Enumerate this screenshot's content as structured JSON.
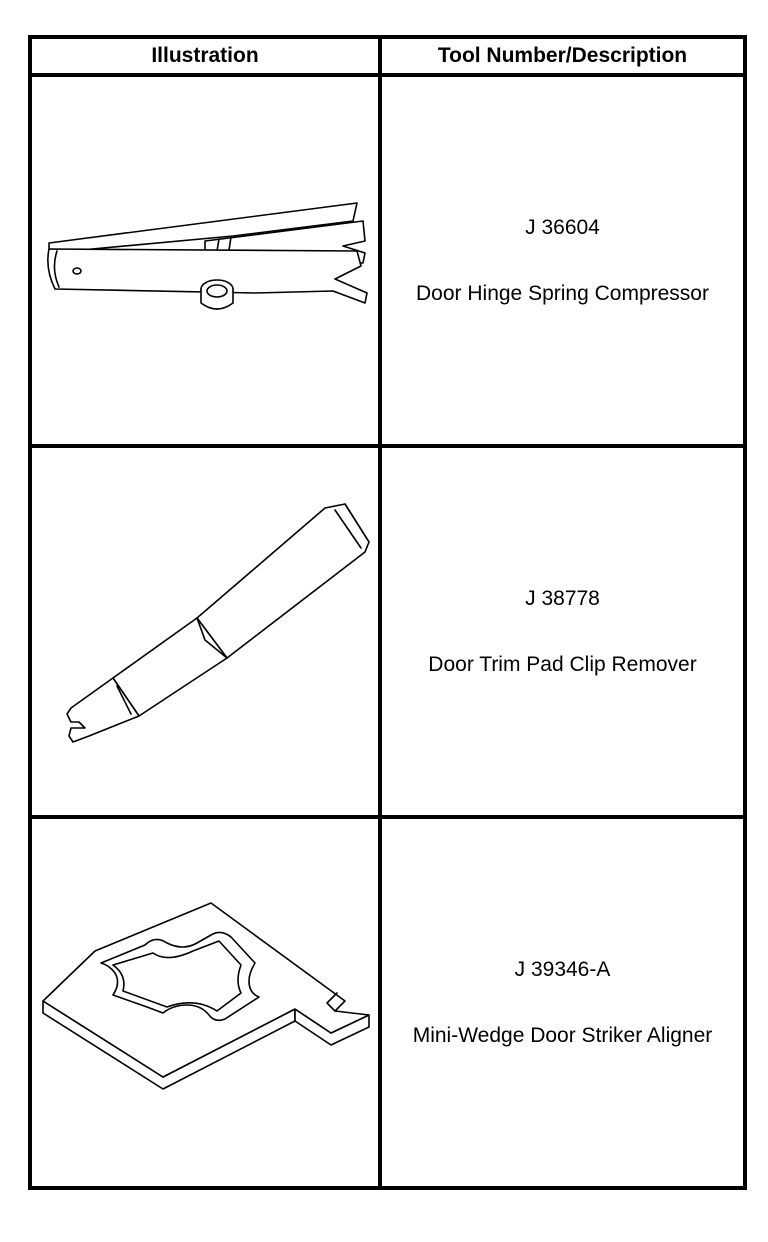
{
  "table": {
    "headers": {
      "illustration": "Illustration",
      "description": "Tool Number/Description"
    },
    "rows": [
      {
        "tool_number": "J 36604",
        "description": "Door Hinge Spring Compressor",
        "icon": "hinge-spring-compressor-icon"
      },
      {
        "tool_number": "J 38778",
        "description": "Door Trim Pad Clip Remover",
        "icon": "trim-pad-clip-remover-icon"
      },
      {
        "tool_number": "J 39346-A",
        "description": "Mini-Wedge Door Striker Aligner",
        "icon": "striker-aligner-icon"
      }
    ]
  }
}
